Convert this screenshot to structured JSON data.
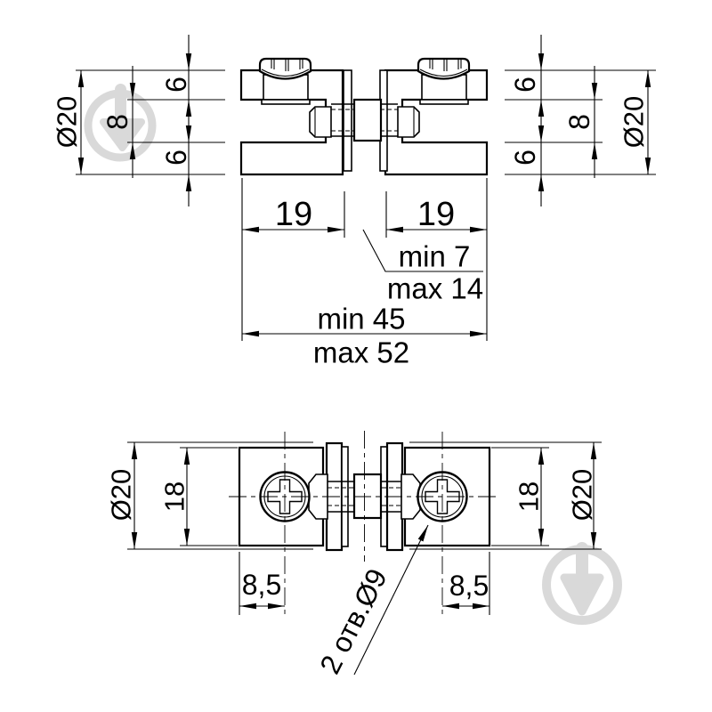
{
  "colors": {
    "line": "#000000",
    "background": "#ffffff",
    "watermark": "#d9d9d9"
  },
  "top_view": {
    "left": {
      "diameter": "Ø20",
      "slot_height": "8",
      "lip_top": "6",
      "lip_bottom": "6"
    },
    "right": {
      "diameter": "Ø20",
      "slot_height": "8",
      "lip_top": "6",
      "lip_bottom": "6"
    },
    "body_width_left": "19",
    "body_width_right": "19",
    "gap_min": "min 7",
    "gap_max": "max 14",
    "length_min": "min 45",
    "length_max": "max 52"
  },
  "bottom_view": {
    "left": {
      "diameter": "Ø20",
      "body_height": "18",
      "screw_offset": "8,5"
    },
    "right": {
      "diameter": "Ø20",
      "body_height": "18",
      "screw_offset": "8,5"
    },
    "holes_label": "2 отв.Ø9"
  }
}
